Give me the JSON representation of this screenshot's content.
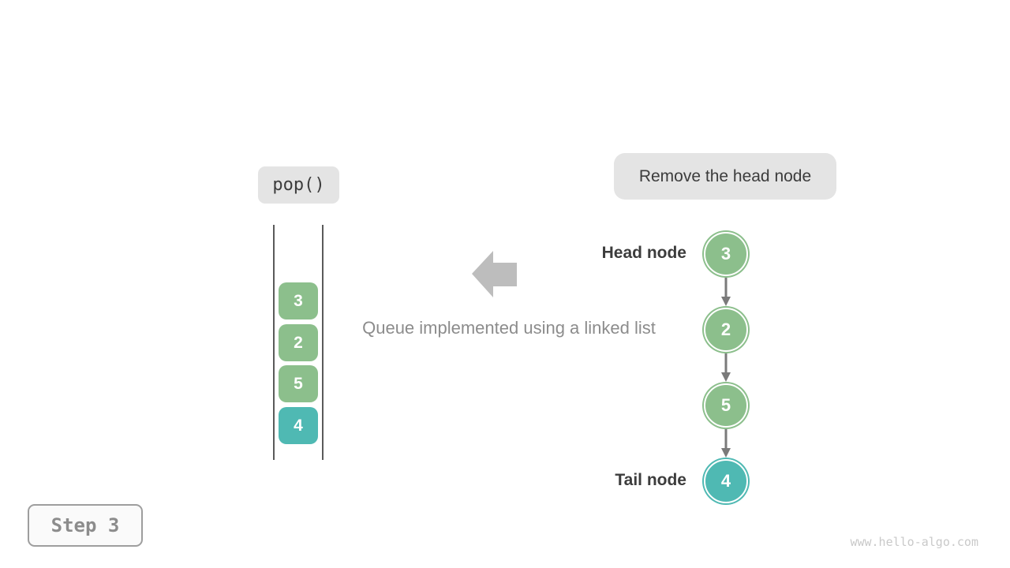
{
  "colors": {
    "node_green": "#8CBF8C",
    "node_teal": "#4FB9B3",
    "badge_bg": "#E4E4E4",
    "dark_text": "#3C3C3C",
    "gray_text": "#8C8C8C",
    "arrow_gray": "#BDBDBD",
    "link_arrow": "#7A7A7A",
    "line_dark": "#5A5A5A",
    "step_border": "#9E9E9E",
    "watermark": "#C9C9C9"
  },
  "operation_badge": {
    "label": "pop()"
  },
  "action_badge": {
    "label": "Remove the head node"
  },
  "step_badge": {
    "label": "Step 3"
  },
  "caption": "Queue implemented using a linked list",
  "watermark": "www.hello-algo.com",
  "queue_stack": {
    "items": [
      {
        "value": "3",
        "color": "green"
      },
      {
        "value": "2",
        "color": "green"
      },
      {
        "value": "5",
        "color": "green"
      },
      {
        "value": "4",
        "color": "teal"
      }
    ]
  },
  "linked_list": {
    "head_label": "Head node",
    "tail_label": "Tail node",
    "nodes": [
      {
        "value": "3",
        "color": "green"
      },
      {
        "value": "2",
        "color": "green"
      },
      {
        "value": "5",
        "color": "green"
      },
      {
        "value": "4",
        "color": "teal"
      }
    ]
  }
}
